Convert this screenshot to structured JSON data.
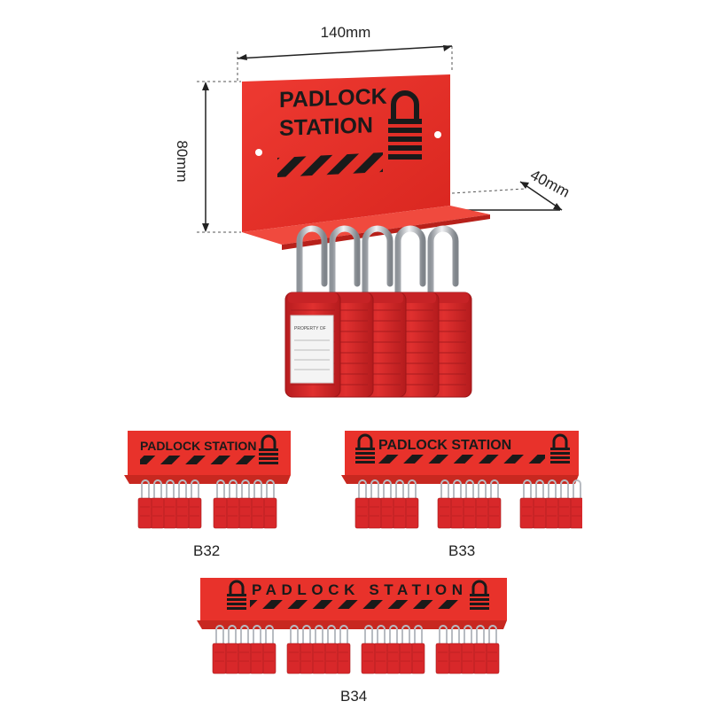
{
  "dimensions": {
    "width": "140mm",
    "height": "80mm",
    "depth": "40mm"
  },
  "station_label": {
    "line1": "PADLOCK",
    "line2": "STATION",
    "full": "PADLOCK STATION"
  },
  "padlock_tag": "PROPERTY OF",
  "models": [
    {
      "name": "B32",
      "lock_groups": 2,
      "locks_per_group": 5
    },
    {
      "name": "B33",
      "lock_groups": 3,
      "locks_per_group": 5
    },
    {
      "name": "B34",
      "lock_groups": 4,
      "locks_per_group": 5
    }
  ],
  "main_station_locks": 5,
  "colors": {
    "station_red": "#e8322b",
    "lock_red": "#d8282a",
    "shackle": "#c9ccd1",
    "print": "#1a1a1a"
  }
}
